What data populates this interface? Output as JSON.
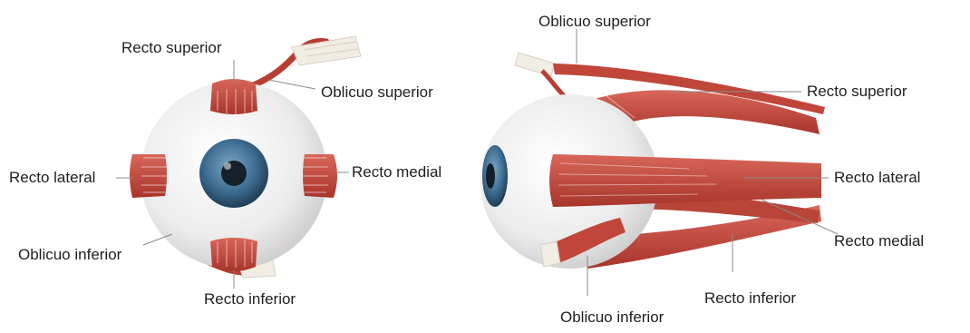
{
  "front_view": {
    "labels": {
      "recto_superior": "Recto superior",
      "oblicuo_superior": "Oblicuo superior",
      "recto_lateral": "Recto lateral",
      "recto_medial": "Recto medial",
      "oblicuo_inferior": "Oblicuo inferior",
      "recto_inferior": "Recto inferior"
    }
  },
  "side_view": {
    "labels": {
      "oblicuo_superior": "Oblicuo superior",
      "recto_superior": "Recto superior",
      "recto_lateral": "Recto lateral",
      "recto_medial": "Recto medial",
      "recto_inferior": "Recto inferior",
      "oblicuo_inferior": "Oblicuo inferior"
    }
  },
  "colors": {
    "muscle": "#c44a3e",
    "muscle_dark": "#9e2e26",
    "tendon": "#f1ece4",
    "sclera": "#e8e8e8",
    "iris": "#3f6e93",
    "pupil": "#15202b",
    "leader_line": "#8a8a8a"
  }
}
